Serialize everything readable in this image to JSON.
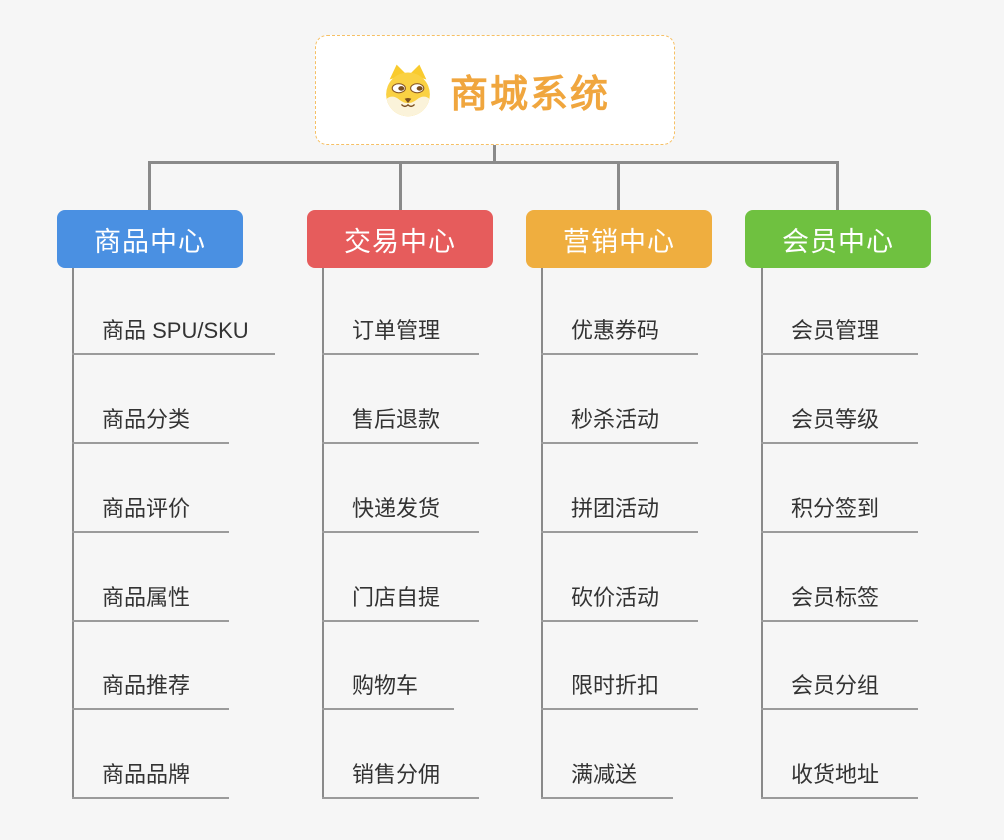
{
  "root": {
    "title": "商城系统",
    "icon": "dog-face-icon"
  },
  "branches": [
    {
      "label": "商品中心",
      "color": "#4a90e2",
      "items": [
        "商品 SPU/SKU",
        "商品分类",
        "商品评价",
        "商品属性",
        "商品推荐",
        "商品品牌"
      ]
    },
    {
      "label": "交易中心",
      "color": "#e65c5c",
      "items": [
        "订单管理",
        "售后退款",
        "快递发货",
        "门店自提",
        "购物车",
        "销售分佣"
      ]
    },
    {
      "label": "营销中心",
      "color": "#efae3f",
      "items": [
        "优惠券码",
        "秒杀活动",
        "拼团活动",
        "砍价活动",
        "限时折扣",
        "满减送"
      ]
    },
    {
      "label": "会员中心",
      "color": "#6fc140",
      "items": [
        "会员管理",
        "会员等级",
        "积分签到",
        "会员标签",
        "会员分组",
        "收货地址"
      ]
    }
  ],
  "colors": {
    "background": "#f6f6f6",
    "connector": "#8a8a8a",
    "item_underline": "#9b9b9b",
    "item_text": "#333333",
    "root_text": "#f0a63e",
    "root_border": "#f6c065"
  }
}
